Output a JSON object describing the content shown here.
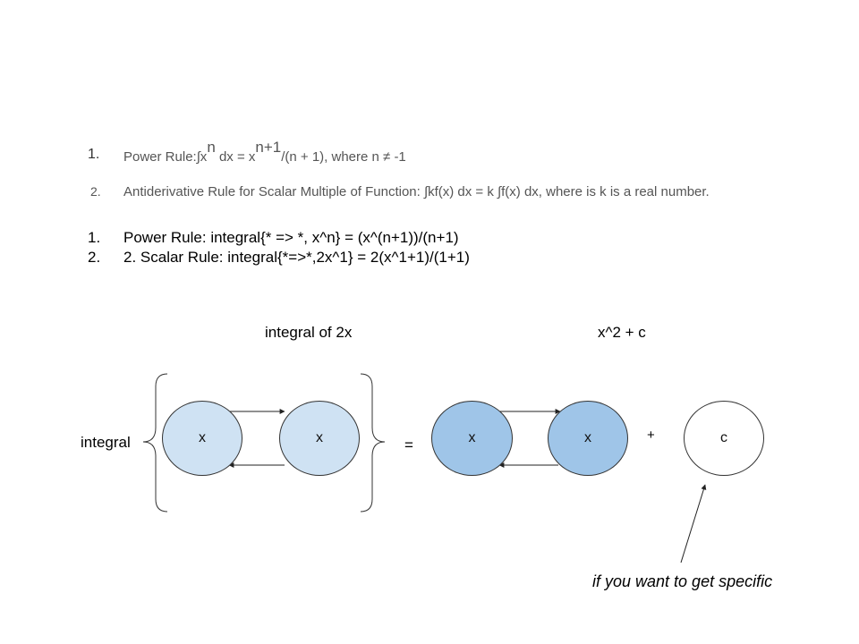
{
  "list_a": {
    "n1": "1.",
    "n2": "2.",
    "power_prefix": "Power Rule:",
    "power_integral": "∫x",
    "power_n": "n",
    "power_mid": " dx = x",
    "power_exp": "n+1",
    "power_tail": "/(n + 1), where n ≠ -1",
    "scalar": "Antiderivative Rule for Scalar Multiple of Function: ∫kf(x) dx = k ∫f(x) dx, where is k is a real number."
  },
  "list_b": {
    "n1": "1.",
    "n2": "2.",
    "item1": "Power Rule: integral{* => *, x^n} = (x^(n+1))/(n+1)",
    "item2": "2. Scalar Rule: integral{*=>*,2x^1} = 2(x^1+1)/(1+1)"
  },
  "diagram": {
    "left_title": "integral of 2x",
    "right_title": "x^2 + c",
    "integral_label": "integral",
    "equals": "=",
    "plus": "+",
    "node_x": "x",
    "node_c": "c",
    "caption": "if you want to get specific",
    "colors": {
      "light_fill": "#cfe2f3",
      "dark_fill": "#9fc5e8",
      "stroke": "#333333"
    }
  }
}
